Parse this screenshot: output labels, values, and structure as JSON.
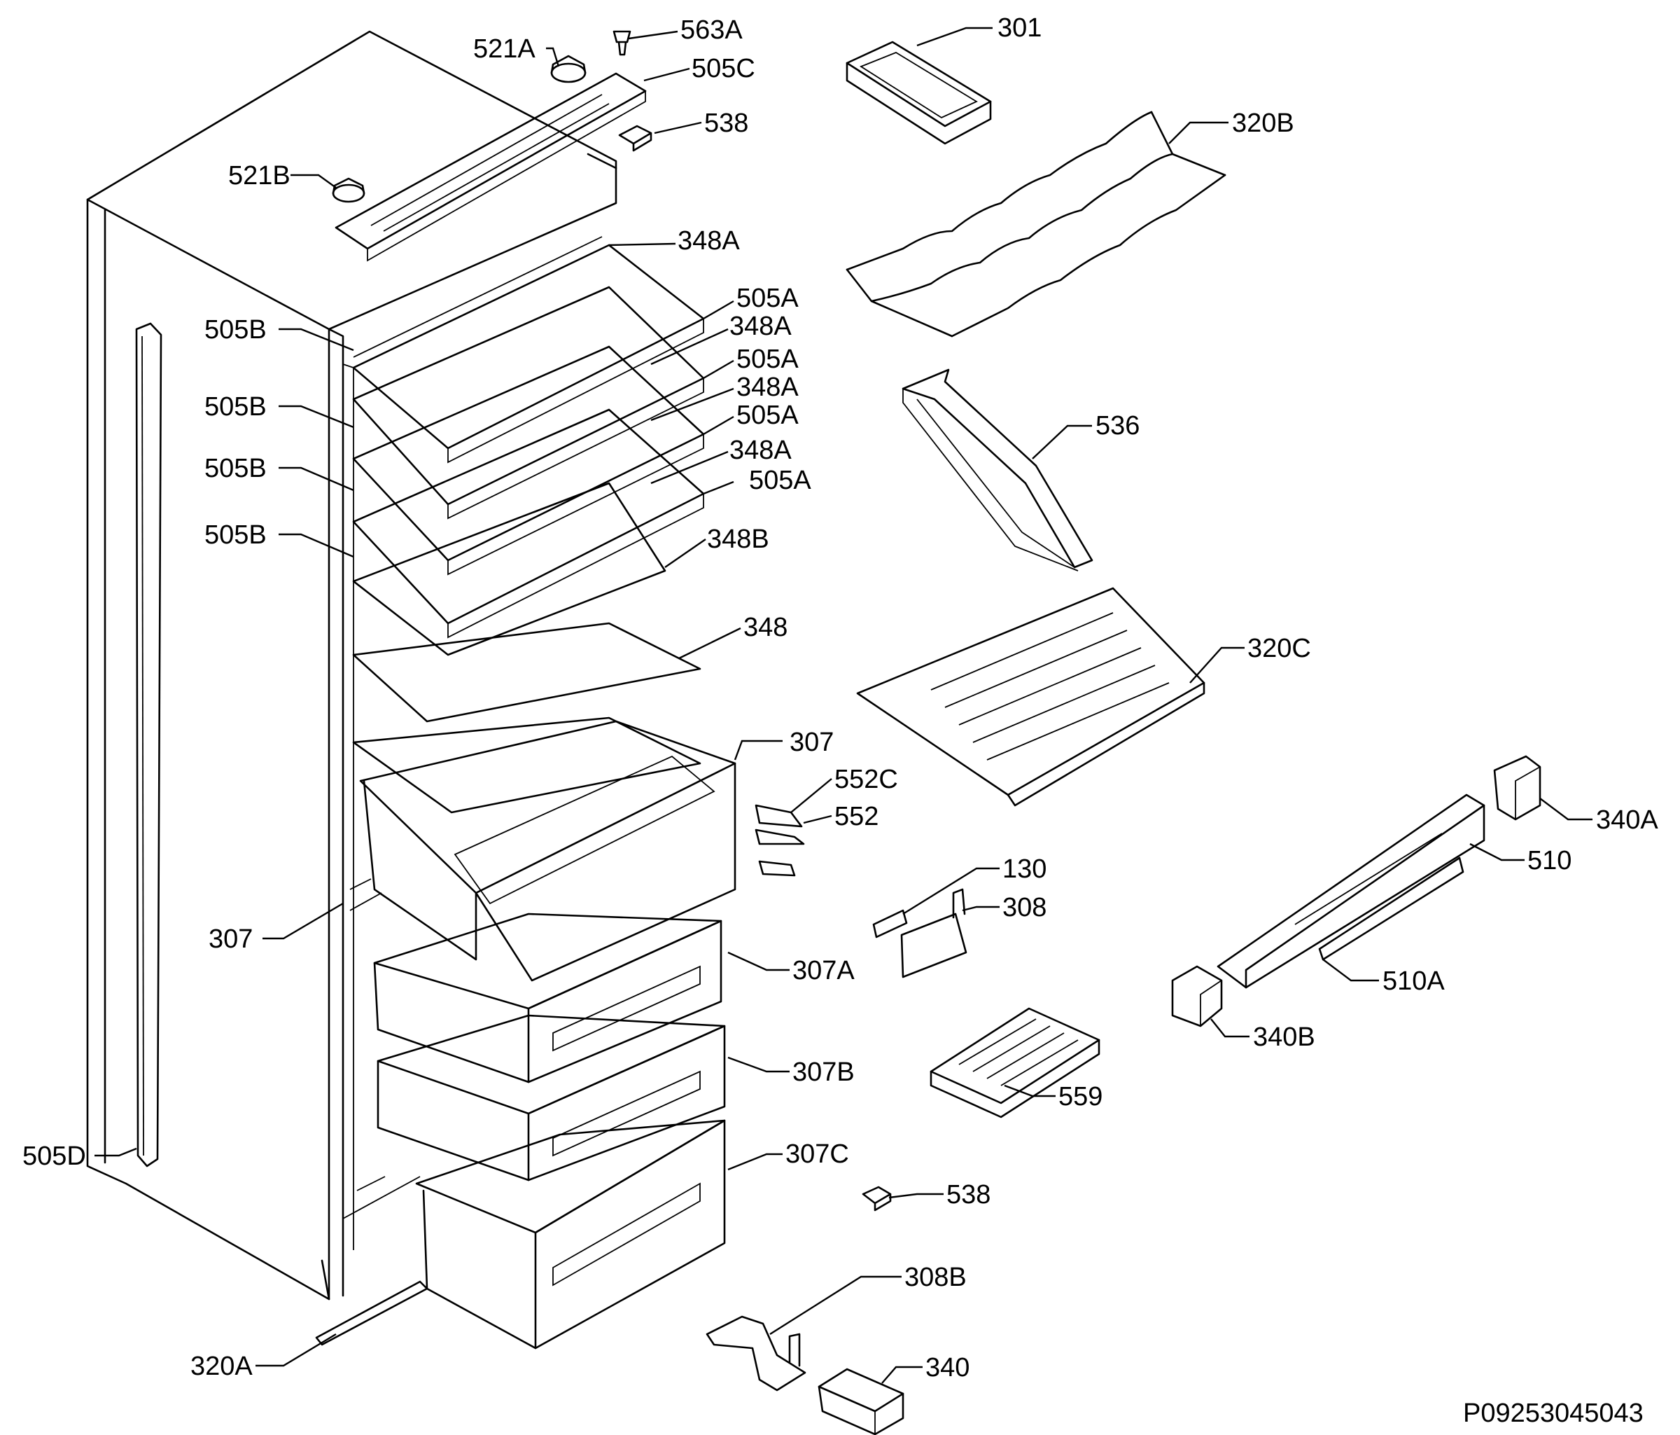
{
  "document_code": "P09253045043",
  "labels": [
    {
      "id": "563A",
      "text": "563A"
    },
    {
      "id": "521A",
      "text": "521A"
    },
    {
      "id": "505C",
      "text": "505C"
    },
    {
      "id": "538-top",
      "text": "538"
    },
    {
      "id": "521B",
      "text": "521B"
    },
    {
      "id": "348A-1",
      "text": "348A"
    },
    {
      "id": "505A-1",
      "text": "505A"
    },
    {
      "id": "505B-1",
      "text": "505B"
    },
    {
      "id": "348A-2",
      "text": "348A"
    },
    {
      "id": "505A-2",
      "text": "505A"
    },
    {
      "id": "348A-3",
      "text": "348A"
    },
    {
      "id": "505B-2",
      "text": "505B"
    },
    {
      "id": "505A-3",
      "text": "505A"
    },
    {
      "id": "348A-4",
      "text": "348A"
    },
    {
      "id": "505B-3",
      "text": "505B"
    },
    {
      "id": "505A-4",
      "text": "505A"
    },
    {
      "id": "505B-4",
      "text": "505B"
    },
    {
      "id": "348B",
      "text": "348B"
    },
    {
      "id": "348",
      "text": "348"
    },
    {
      "id": "307-top",
      "text": "307"
    },
    {
      "id": "552C",
      "text": "552C"
    },
    {
      "id": "552",
      "text": "552"
    },
    {
      "id": "307-left",
      "text": "307"
    },
    {
      "id": "307A",
      "text": "307A"
    },
    {
      "id": "307B",
      "text": "307B"
    },
    {
      "id": "307C",
      "text": "307C"
    },
    {
      "id": "505D",
      "text": "505D"
    },
    {
      "id": "320A",
      "text": "320A"
    },
    {
      "id": "301",
      "text": "301"
    },
    {
      "id": "320B",
      "text": "320B"
    },
    {
      "id": "536",
      "text": "536"
    },
    {
      "id": "320C",
      "text": "320C"
    },
    {
      "id": "130",
      "text": "130"
    },
    {
      "id": "308",
      "text": "308"
    },
    {
      "id": "559",
      "text": "559"
    },
    {
      "id": "538-bottom",
      "text": "538"
    },
    {
      "id": "308B",
      "text": "308B"
    },
    {
      "id": "340",
      "text": "340"
    },
    {
      "id": "340A",
      "text": "340A"
    },
    {
      "id": "510",
      "text": "510"
    },
    {
      "id": "510A",
      "text": "510A"
    },
    {
      "id": "340B",
      "text": "340B"
    }
  ]
}
